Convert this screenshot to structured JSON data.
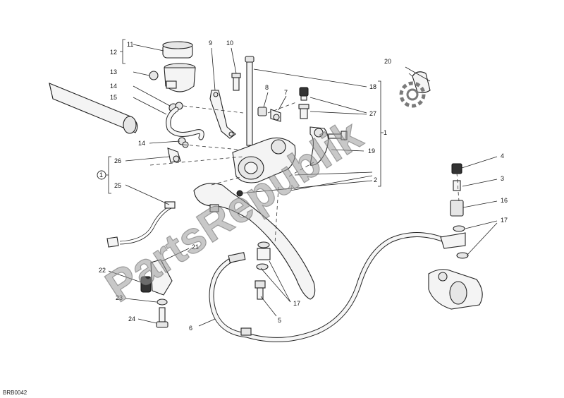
{
  "labels": {
    "n1": "1",
    "n2": "2",
    "n3": "3",
    "n4": "4",
    "n5": "5",
    "n6": "6",
    "n7": "7",
    "n8": "8",
    "n9": "9",
    "n10": "10",
    "n11": "11",
    "n12": "12",
    "n13": "13",
    "n14a": "14",
    "n14b": "14",
    "n15": "15",
    "n16": "16",
    "n17a": "17",
    "n17b": "17",
    "n18": "18",
    "n19": "19",
    "n20": "20",
    "n21": "21",
    "n22": "22",
    "n23": "23",
    "n24": "24",
    "n25": "25",
    "n26": "26",
    "n27": "27",
    "circled1": "1"
  },
  "watermark": "PartsRepublik",
  "drawing_code": "BRB0042"
}
